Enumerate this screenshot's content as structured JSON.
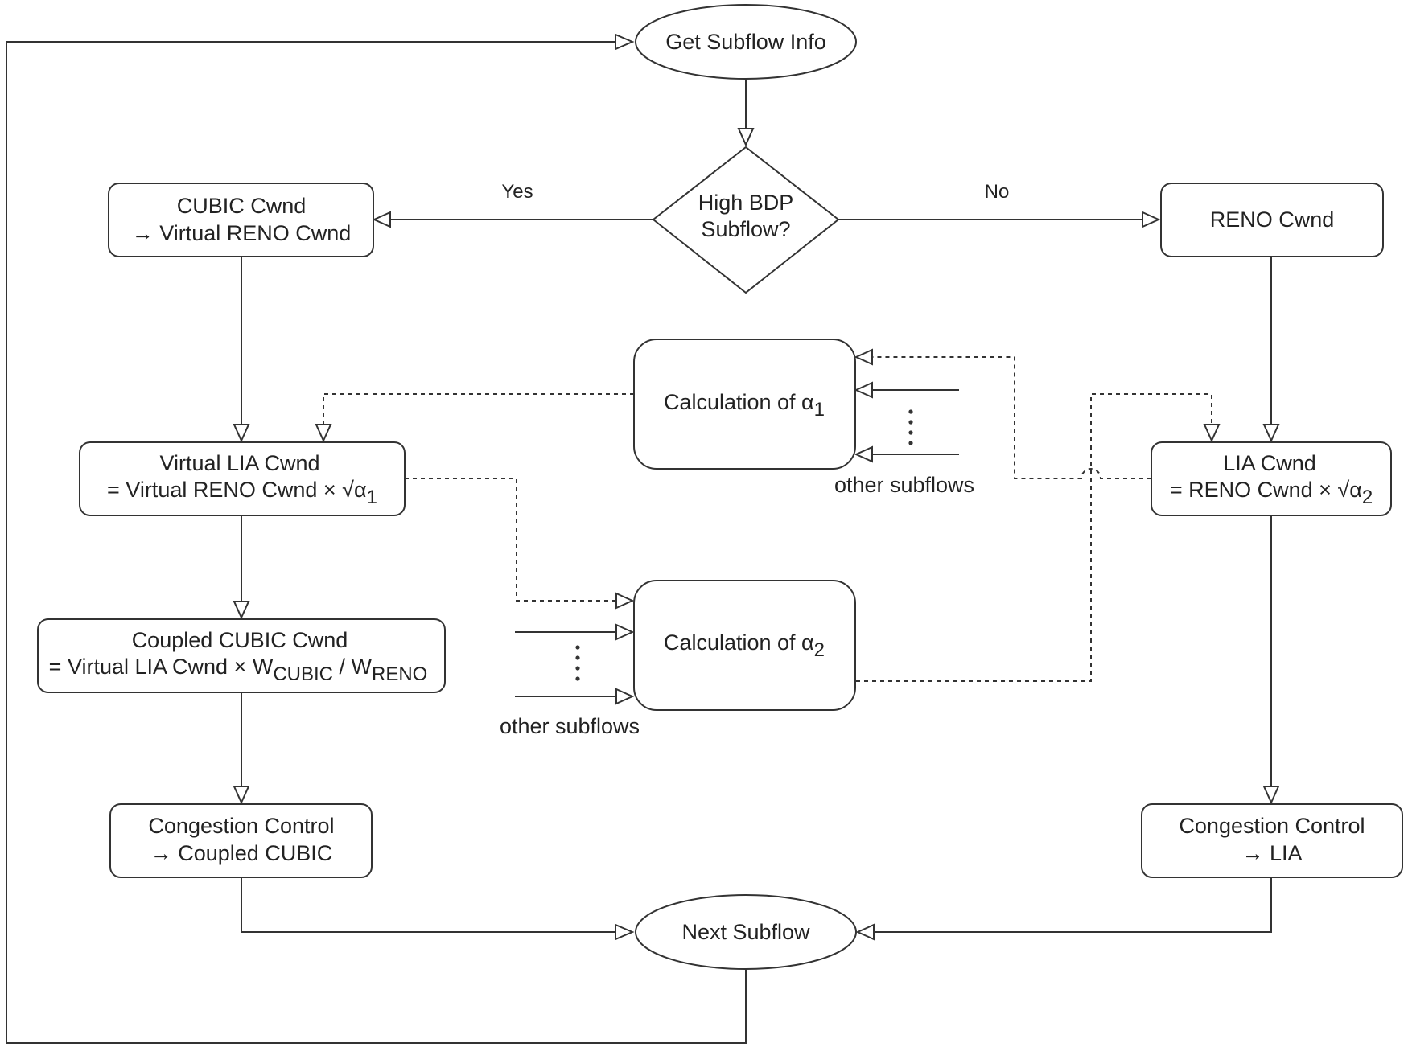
{
  "nodes": {
    "start": "Get Subflow Info",
    "decision": [
      "High BDP",
      "Subflow?"
    ],
    "cubic": [
      "CUBIC Cwnd",
      "→ Virtual RENO Cwnd"
    ],
    "reno": "RENO Cwnd",
    "alpha1": {
      "text": "Calculation of α",
      "sub": "1"
    },
    "alpha2": {
      "text": "Calculation of α",
      "sub": "2"
    },
    "vlia": {
      "line1": "Virtual LIA Cwnd",
      "line2": "= Virtual RENO Cwnd × √α",
      "sub": "1"
    },
    "lia": {
      "line1": "LIA Cwnd",
      "line2": "= RENO Cwnd × √α",
      "sub": "2"
    },
    "coupled": {
      "line1": "Coupled CUBIC Cwnd",
      "line2a": "= Virtual LIA Cwnd × W",
      "sub_a": "CUBIC",
      "line2b": " / W",
      "sub_b": "RENO"
    },
    "cc_left": [
      "Congestion Control",
      "→ Coupled CUBIC"
    ],
    "cc_right": [
      "Congestion Control",
      "→ LIA"
    ],
    "next": "Next Subflow"
  },
  "labels": {
    "yes": "Yes",
    "no": "No",
    "other_subflows_top": "other subflows",
    "other_subflows_bottom": "other subflows"
  }
}
